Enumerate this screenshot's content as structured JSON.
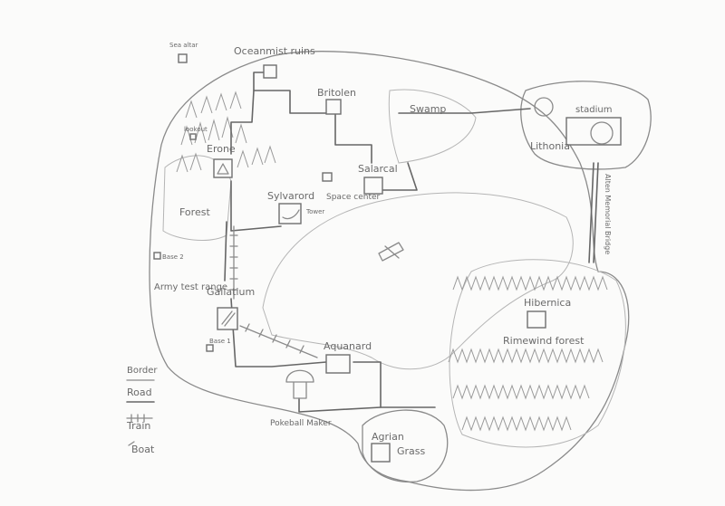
{
  "labels": {
    "sea_altar": "Sea altar",
    "oceanmist_ruins": "Oceanmist ruins",
    "britolen": "Britolen",
    "swamp": "Swamp",
    "stadium": "stadium",
    "lithonia": "Lithonia",
    "lookout": "lookout",
    "erone": "Erone",
    "salarcal": "Salarcal",
    "space_center": "Space center",
    "sylvarord": "Sylvarord",
    "tower": "Tower",
    "forest": "Forest",
    "alten_bridge": "Alten Memorial Bridge",
    "base2": "Base 2",
    "army_test_range": "Army test range",
    "gallatium": "Gallatium",
    "hibernica": "Hibernica",
    "rimewind_forest": "Rimewind forest",
    "base1": "Base 1",
    "aquanard": "Aquanard",
    "pokeball_maker": "Pokeball Maker",
    "agrian": "Agrian",
    "grass": "Grass"
  },
  "legend": {
    "border": "Border",
    "road": "Road",
    "train": "Train",
    "boat": "Boat"
  },
  "colors": {
    "pencil": "#8a8a8a",
    "paper": "#fbfbfa"
  }
}
